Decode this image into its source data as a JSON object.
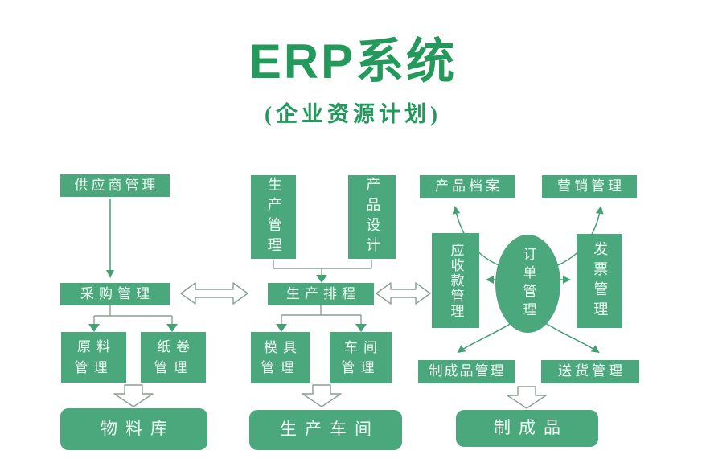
{
  "title": "ERP系统",
  "subtitle": "(企业资源计划)",
  "colors": {
    "title_green": "#23995b",
    "box_green": "#4aa87c",
    "arrow_green": "#44a072",
    "line_gray": "#8c9e93",
    "text_white": "#f2fbf6",
    "bg": "#ffffff"
  },
  "nodes": {
    "supplier": "供应商管理",
    "purchasing": "采购管理",
    "raw_material": [
      "原料",
      "管理"
    ],
    "paper_roll": [
      "纸卷",
      "管理"
    ],
    "material_warehouse": "物料库",
    "production_mgmt": "生产管理",
    "product_design": "产品设计",
    "production_scheduling": "生产排程",
    "mold_mgmt": [
      "模具",
      "管理"
    ],
    "workshop_mgmt": [
      "车间",
      "管理"
    ],
    "production_workshop": "生产车间",
    "product_archive": "产品档案",
    "marketing": "营销管理",
    "receivables": "应收款管理",
    "order_mgmt": "订单管理",
    "invoice": "发票管理",
    "finished_mgmt": "制成品管理",
    "delivery": "送货管理",
    "finished_product": "制成品"
  }
}
